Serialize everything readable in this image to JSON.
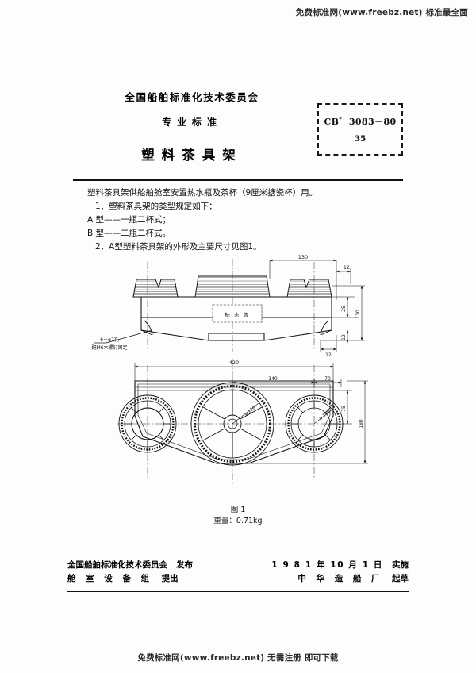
{
  "watermarks": {
    "top": "免费标准网(www.freebz.net) 标准最全面",
    "bottom": "免费标准网(www.freebz.net) 无需注册 即可下载"
  },
  "header": {
    "committee": "全国船舶标准化技术委员会",
    "subtitle": "专业标准",
    "title": "塑料茶具架",
    "code_prefix": "CB",
    "code_sup": "*",
    "code_number": "3083－80",
    "page_number": "35"
  },
  "body": {
    "intro": "塑料茶具架供船舶舱室安置热水瓶及茶杯（9厘米搪瓷杯）用。",
    "item1": "1．塑料茶具架的类型规定如下：",
    "type_a": "A 型——一瓶二杯式；",
    "type_b": "B 型——二瓶二杯式。",
    "item2": "2．A型塑料茶具架的外形及主要尺寸见图1。"
  },
  "figure": {
    "caption_label": "图 1",
    "caption_weight": "重量：0.71kg",
    "nameplate_label": "标 志 牌",
    "hole_note_line1": "6－φ7孔",
    "hole_note_line2": "配M6木螺钉固定",
    "elevation_dims": {
      "top_width": "130",
      "top_right_small": "12",
      "right_upper": "25",
      "right_total": "110",
      "right_lower": "12",
      "bottom_right": "12"
    },
    "plan_dims": {
      "overall_width": "420",
      "inner_span": "140",
      "edge_offset": "70",
      "right_inner": "75",
      "right_overall": "180",
      "bottle_dia": "φ 110",
      "cup_dia": "φ 100"
    }
  },
  "footer": {
    "left_line1_org": "全国船舶标准化技术委员会",
    "left_line1_action": "发布",
    "left_line2_org": "舱 室 设 备 组",
    "left_line2_action": "提出",
    "right_line1_date": "1 9 8 1 年 10 月 1 日",
    "right_line1_action": "实施",
    "right_line2_org": "中 华 造 船 厂",
    "right_line2_action": "起草"
  }
}
